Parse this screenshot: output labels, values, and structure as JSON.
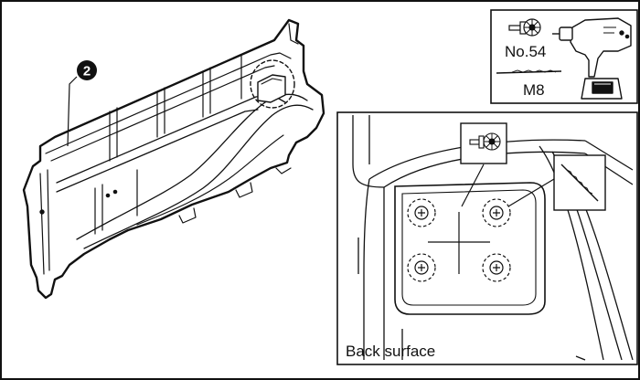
{
  "figure": {
    "step_number": "2",
    "tools_box": {
      "hole_saw_label": "No.54",
      "drill_bit_label": "M8"
    },
    "detail_box": {
      "caption": "Back surface"
    }
  }
}
